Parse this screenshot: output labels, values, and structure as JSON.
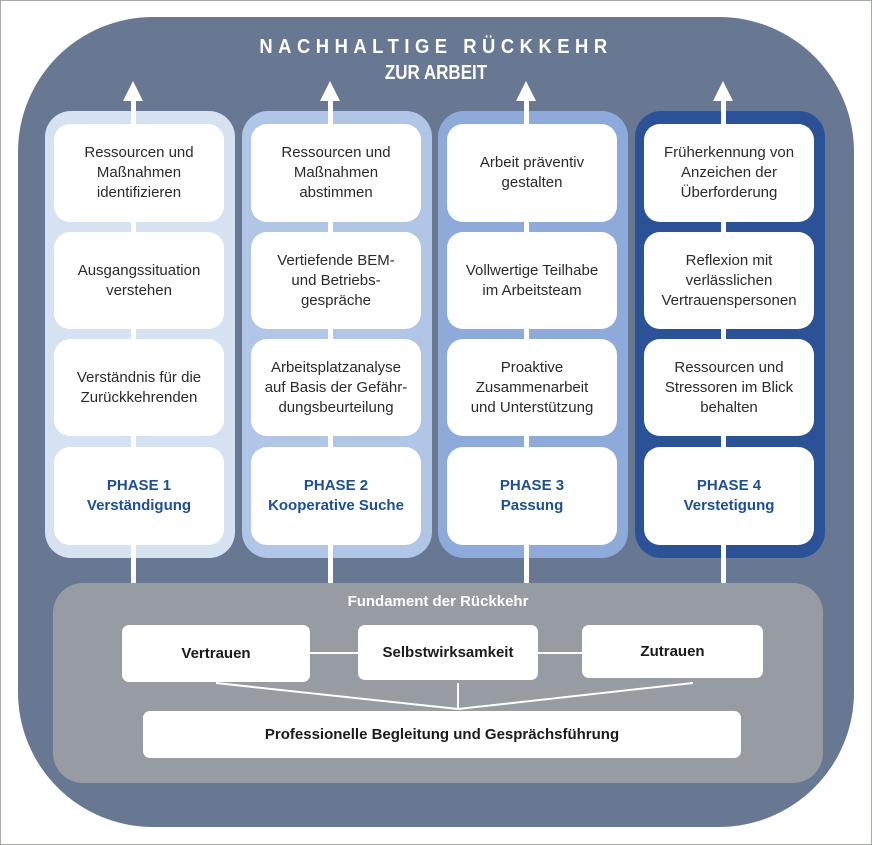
{
  "title": {
    "line1": "NACHHALTIGE RÜCKKEHR",
    "line2": "ZUR ARBEIT"
  },
  "colors": {
    "background_frame": "#687893",
    "phase1": "#d6e1f2",
    "phase2": "#b1c6e6",
    "phase3": "#8eaadb",
    "phase4": "#2b5296",
    "foundation": "#979ba2",
    "phase_text": "#1d4f91"
  },
  "phases": [
    {
      "items": [
        "Ressourcen und\nMaßnahmen\nidentifizieren",
        "Ausgangssituation\nverstehen",
        "Verständnis für die\nZurückkehrenden"
      ],
      "label": "PHASE 1",
      "name": "Verständigung"
    },
    {
      "items": [
        "Ressourcen und\nMaßnahmen\nabstimmen",
        "Vertiefende BEM-\nund Betriebs-\ngespräche",
        "Arbeitsplatzanalyse\nauf Basis der Gefähr-\ndungsbeurteilung"
      ],
      "label": "PHASE 2",
      "name": "Kooperative Suche"
    },
    {
      "items": [
        "Arbeit präventiv\ngestalten",
        "Vollwertige Teilhabe\nim Arbeitsteam",
        "Proaktive\nZusammenarbeit\nund Unterstützung"
      ],
      "label": "PHASE 3",
      "name": "Passung"
    },
    {
      "items": [
        "Früherkennung von\nAnzeichen der\nÜberforderung",
        "Reflexion mit\nverlässlichen\nVertrauenspersonen",
        "Ressourcen und\nStressoren im Blick\nbehalten"
      ],
      "label": "PHASE 4",
      "name": "Verstetigung"
    }
  ],
  "foundation": {
    "title": "Fundament der Rückkehr",
    "pillars": [
      "Vertrauen",
      "Selbstwirksamkeit",
      "Zutrauen"
    ],
    "base": "Professionelle Begleitung und Gesprächsführung"
  }
}
